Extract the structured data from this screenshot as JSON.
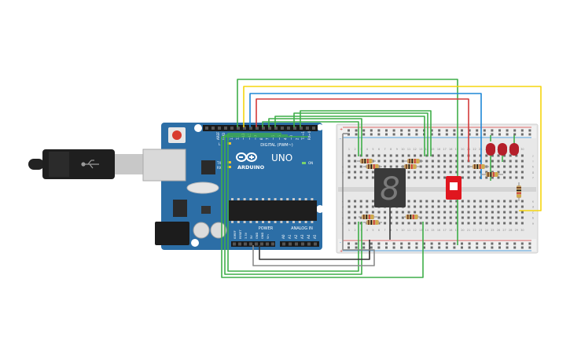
{
  "arduino": {
    "aref_label": "AREF",
    "gnd_label": "GND",
    "digital_pin_labels": [
      "13",
      "12",
      "~11",
      "~10",
      "~9",
      "8",
      "7",
      "~6",
      "~5",
      "4",
      "~3",
      "2",
      "TX→1",
      "RX←0"
    ],
    "digital_group_label": "DIGITAL (PWM~)",
    "l_label": "L",
    "tx_label": "TX",
    "rx_label": "RX",
    "on_label": "ON",
    "brand_label": "ARDUINO",
    "model_label": "UNO",
    "power_label": "POWER",
    "analog_label": "ANALOG IN",
    "power_pin_labels": [
      "IOREF",
      "RESET",
      "3.3V",
      "5V",
      "GND",
      "GND",
      "Vin"
    ],
    "analog_pin_labels": [
      "A0",
      "A1",
      "A2",
      "A3",
      "A4",
      "A5"
    ]
  },
  "breadboard": {
    "column_numbers": [
      "1",
      "2",
      "3",
      "4",
      "5",
      "6",
      "7",
      "8",
      "9",
      "10",
      "11",
      "12",
      "13",
      "14",
      "15",
      "16",
      "17",
      "18",
      "19",
      "20",
      "21",
      "22",
      "23",
      "24",
      "25",
      "26",
      "27",
      "28",
      "29",
      "30"
    ],
    "row_letters_top": [
      "j",
      "i",
      "h",
      "g",
      "f"
    ],
    "row_letters_bottom": [
      "e",
      "d",
      "c",
      "b",
      "a"
    ],
    "rail_plus": "+",
    "rail_minus": "-"
  },
  "seven_segment": {
    "digit": "8"
  },
  "colors": {
    "wire_green": "#3fae49",
    "wire_yellow": "#f5d50f",
    "wire_blue": "#1e87d6",
    "wire_red": "#d43a3a",
    "wire_black": "#333333",
    "wire_gray": "#8a8a8a",
    "board_blue": "#2c6ea6",
    "breadboard": "#e8e8e8",
    "led_red": "#b51f2a",
    "switch_red": "#e0161f"
  }
}
